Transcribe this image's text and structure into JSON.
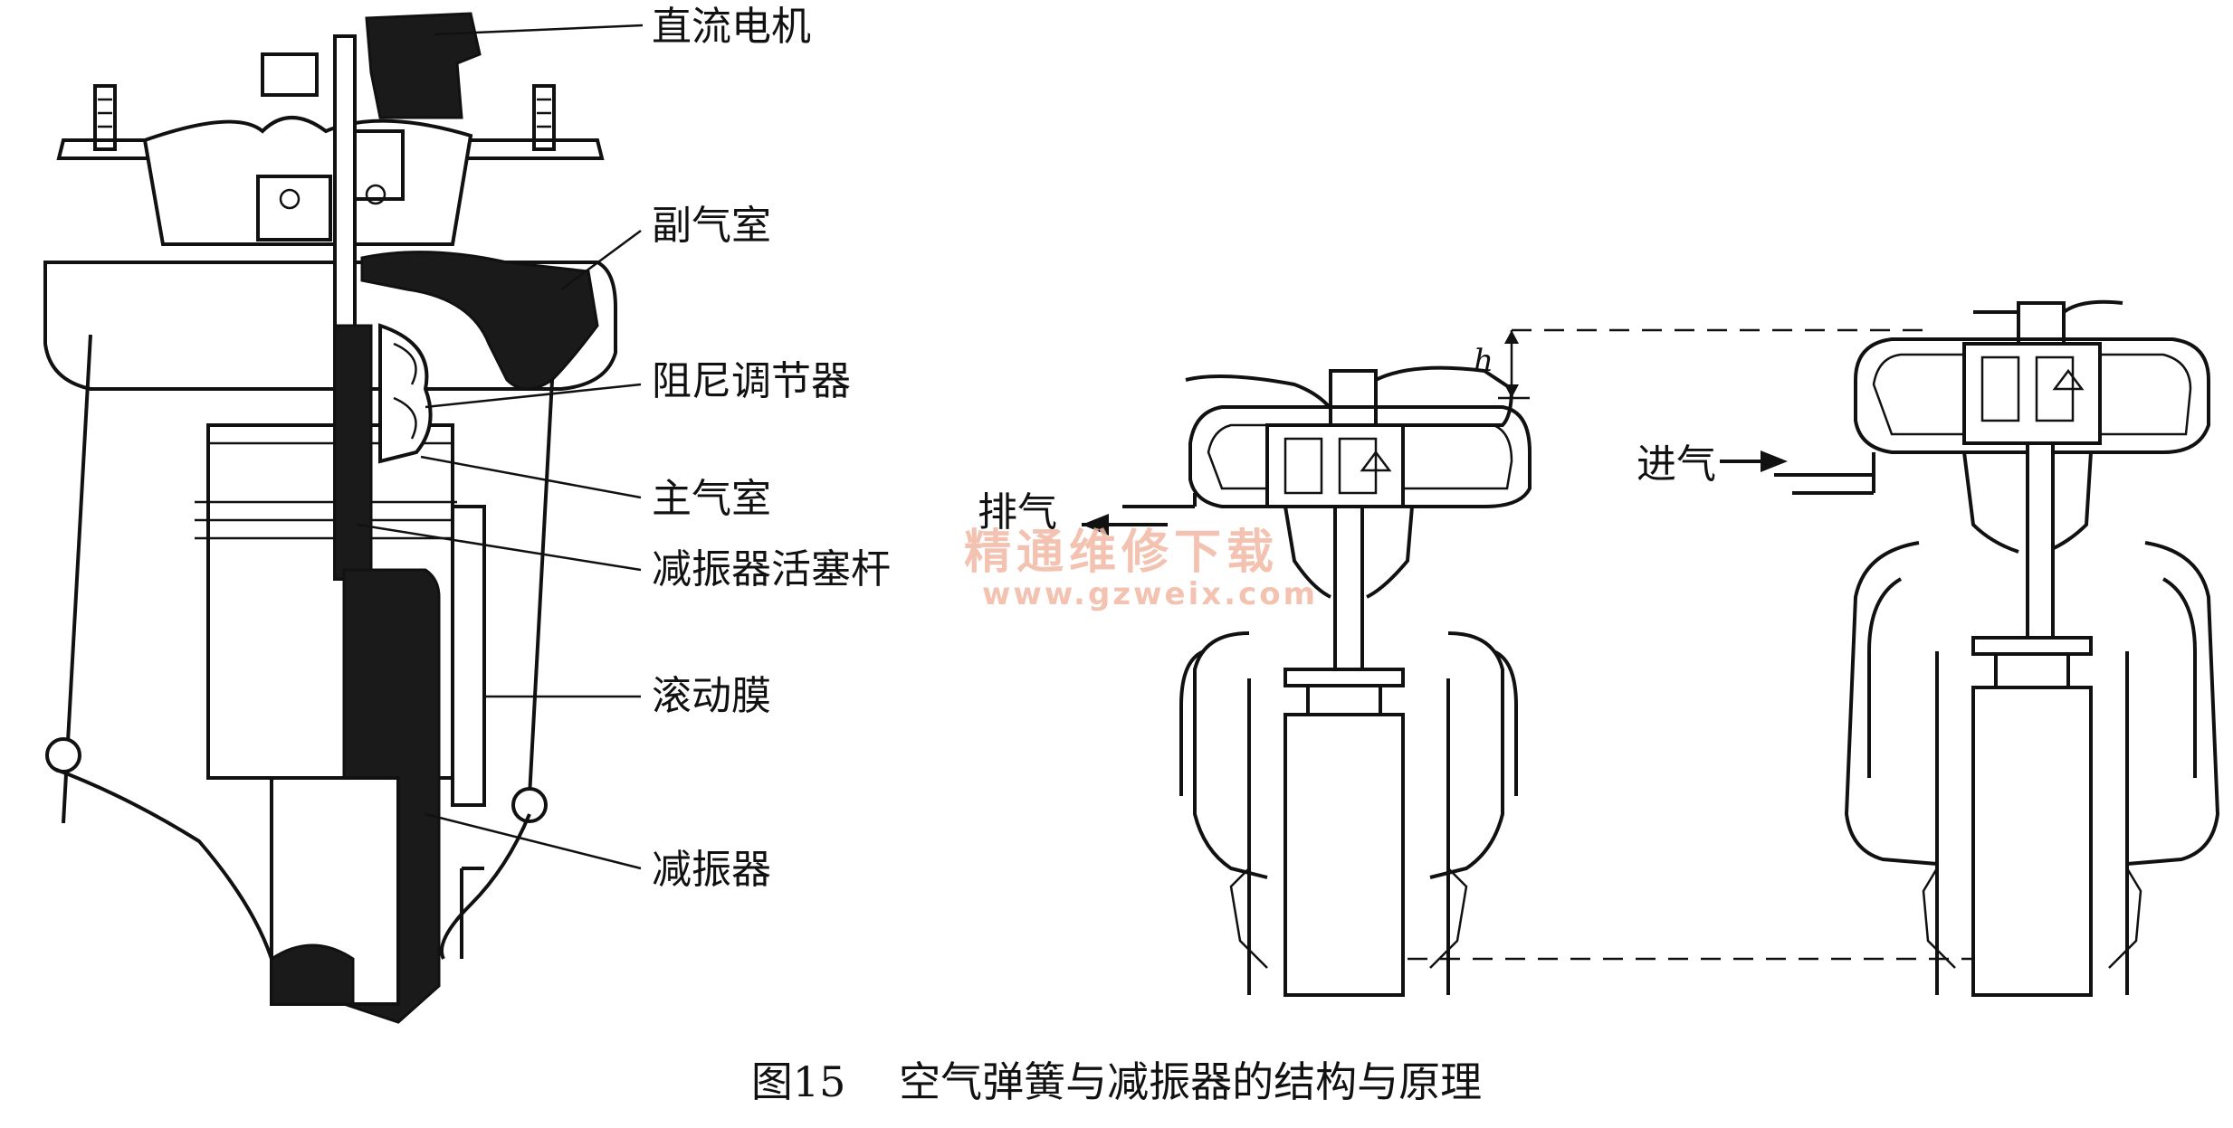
{
  "labels": {
    "motor": "直流电机",
    "aux_chamber": "副气室",
    "damping_adjuster": "阻尼调节器",
    "main_chamber": "主气室",
    "piston_rod": "减振器活塞杆",
    "rolling_diaphragm": "滚动膜",
    "shock_absorber": "减振器",
    "exhaust": "排气",
    "intake": "进气",
    "height_symbol": "h"
  },
  "caption": {
    "number": "图15",
    "title": "空气弹簧与减振器的结构与原理"
  },
  "watermark": {
    "line1": "精通维修下载",
    "line2": "www.gzweix.com"
  },
  "colors": {
    "ink": "#111111",
    "fill_dark": "#1a1a1a",
    "watermark": "#f1b8a3"
  }
}
